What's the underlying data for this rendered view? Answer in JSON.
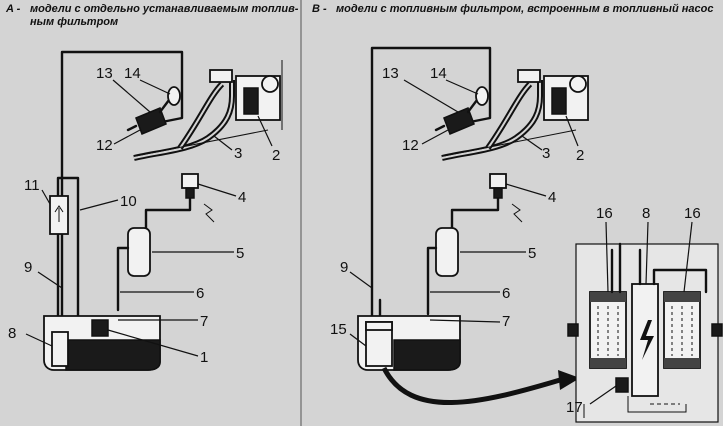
{
  "panel_a": {
    "caption_letter": "A -",
    "caption_line1": "модели с отдельно устанавливаемым топлив-",
    "caption_line2": "ным фильтром",
    "labels": {
      "l1": "1",
      "l2": "2",
      "l3": "3",
      "l4": "4",
      "l5": "5",
      "l6": "6",
      "l7": "7",
      "l8": "8",
      "l9": "9",
      "l10": "10",
      "l11": "11",
      "l12": "12",
      "l13": "13",
      "l14": "14"
    }
  },
  "panel_b": {
    "caption_letter": "B -",
    "caption_line1": "модели с топливным фильтром, встроенным в топливный насос",
    "labels": {
      "l2": "2",
      "l3": "3",
      "l4": "4",
      "l5": "5",
      "l6": "6",
      "l7": "7",
      "l9": "9",
      "l12": "12",
      "l13": "13",
      "l14": "14",
      "l15": "15"
    }
  },
  "inset": {
    "labels": {
      "l8": "8",
      "l16a": "16",
      "l16b": "16",
      "l17": "17"
    }
  },
  "colors": {
    "background": "#d4d4d4",
    "ink": "#111111",
    "fuel": "#1a1a1a"
  }
}
